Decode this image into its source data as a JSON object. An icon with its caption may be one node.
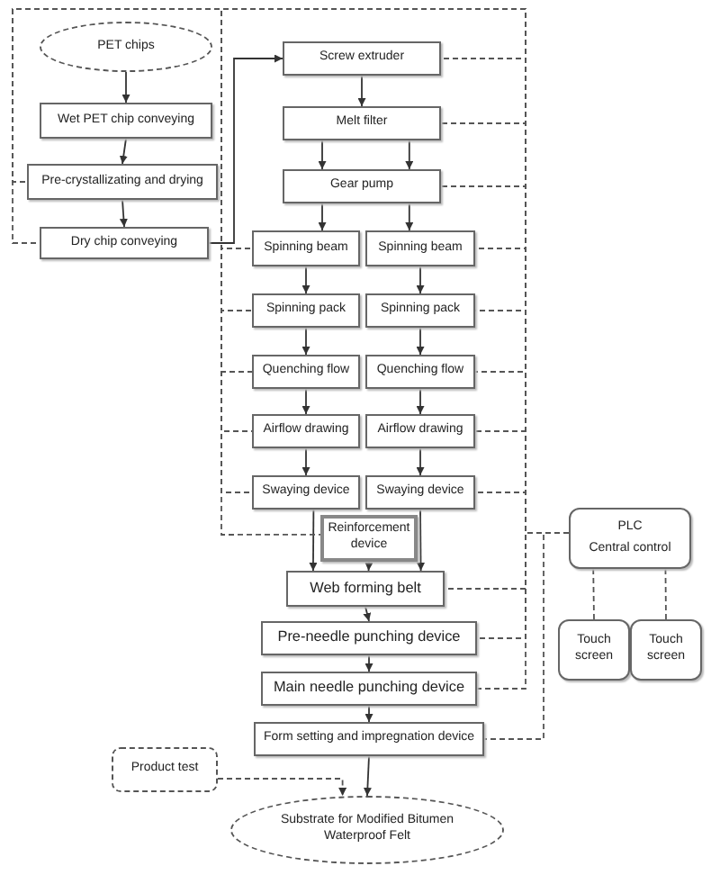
{
  "diagram": {
    "nodes": [
      {
        "text": [
          "PET chips"
        ]
      },
      {
        "text": [
          "Wet PET chip conveying"
        ]
      },
      {
        "text": [
          "Pre-crystallizating and drying"
        ]
      },
      {
        "text": [
          "Dry chip conveying"
        ]
      },
      {
        "text": [
          "Screw extruder"
        ]
      },
      {
        "text": [
          "Melt filter"
        ]
      },
      {
        "text": [
          "Gear pump"
        ]
      },
      {
        "text": [
          "Spinning beam"
        ]
      },
      {
        "text": [
          "Spinning beam"
        ]
      },
      {
        "text": [
          "Spinning pack"
        ]
      },
      {
        "text": [
          "Spinning pack"
        ]
      },
      {
        "text": [
          "Quenching flow"
        ]
      },
      {
        "text": [
          "Quenching flow"
        ]
      },
      {
        "text": [
          "Airflow drawing"
        ]
      },
      {
        "text": [
          "Airflow drawing"
        ]
      },
      {
        "text": [
          "Swaying device"
        ]
      },
      {
        "text": [
          "Swaying device"
        ]
      },
      {
        "text": [
          "Reinforcement device"
        ]
      },
      {
        "text": [
          "Web forming belt"
        ]
      },
      {
        "text": [
          "Pre-needle punching device"
        ]
      },
      {
        "text": [
          "Main needle punching device"
        ]
      },
      {
        "text": [
          "Form setting and impregnation device"
        ]
      },
      {
        "text": [
          "Product test"
        ]
      },
      {
        "text": [
          "Substrate for Modified Bitumen Waterproof Felt"
        ]
      },
      {
        "text": [
          "PLC",
          "Central control"
        ]
      },
      {
        "text": [
          "Touch screen"
        ]
      },
      {
        "text": [
          "Touch screen"
        ]
      }
    ],
    "edges": [
      {
        "from": 0,
        "to": 1,
        "arrow": "to"
      },
      {
        "from": 1,
        "to": 2,
        "arrow": "to"
      },
      {
        "from": 2,
        "to": 3,
        "arrow": "to"
      },
      {
        "from": 3,
        "to": 4,
        "arrow": "to"
      },
      {
        "from": 4,
        "to": 5,
        "arrow": "to"
      },
      {
        "from": 5,
        "to": 6,
        "arrow": "to"
      },
      {
        "from": 5,
        "to": 6,
        "arrow": "to"
      },
      {
        "from": 6,
        "to": 7,
        "arrow": "to"
      },
      {
        "from": 6,
        "to": 8,
        "arrow": "to"
      },
      {
        "from": 7,
        "to": 9,
        "arrow": "to"
      },
      {
        "from": 8,
        "to": 10,
        "arrow": "to"
      },
      {
        "from": 9,
        "to": 11,
        "arrow": "to"
      },
      {
        "from": 10,
        "to": 12,
        "arrow": "to"
      },
      {
        "from": 11,
        "to": 13,
        "arrow": "to"
      },
      {
        "from": 12,
        "to": 14,
        "arrow": "to"
      },
      {
        "from": 13,
        "to": 15,
        "arrow": "to"
      },
      {
        "from": 14,
        "to": 16,
        "arrow": "to"
      },
      {
        "from": 15,
        "to": 18,
        "arrow": "to"
      },
      {
        "from": 17,
        "to": 18,
        "arrow": "to"
      },
      {
        "from": 16,
        "to": 18,
        "arrow": "to"
      },
      {
        "from": 18,
        "to": 19,
        "arrow": "to"
      },
      {
        "from": 19,
        "to": 20,
        "arrow": "to"
      },
      {
        "from": 20,
        "to": 21,
        "arrow": "to"
      },
      {
        "from": 21,
        "to": 23,
        "arrow": "to"
      },
      {
        "from": 22,
        "to": 23,
        "arrow": "to",
        "style": "dashed"
      },
      {
        "from": 24,
        "to": 2,
        "arrow": "none",
        "style": "dashed"
      },
      {
        "from": 24,
        "to": 3,
        "arrow": "none",
        "style": "dashed"
      },
      {
        "from": 24,
        "to": 4,
        "arrow": "none",
        "style": "dashed"
      },
      {
        "from": 24,
        "to": 5,
        "arrow": "none",
        "style": "dashed"
      },
      {
        "from": 24,
        "to": 6,
        "arrow": "none",
        "style": "dashed"
      },
      {
        "from": 24,
        "to": 7,
        "arrow": "none",
        "style": "dashed"
      },
      {
        "from": 24,
        "to": 8,
        "arrow": "none",
        "style": "dashed"
      },
      {
        "from": 24,
        "to": 9,
        "arrow": "none",
        "style": "dashed"
      },
      {
        "from": 24,
        "to": 10,
        "arrow": "none",
        "style": "dashed"
      },
      {
        "from": 24,
        "to": 11,
        "arrow": "none",
        "style": "dashed"
      },
      {
        "from": 24,
        "to": 12,
        "arrow": "none",
        "style": "dashed"
      },
      {
        "from": 24,
        "to": 13,
        "arrow": "none",
        "style": "dashed"
      },
      {
        "from": 24,
        "to": 14,
        "arrow": "none",
        "style": "dashed"
      },
      {
        "from": 24,
        "to": 15,
        "arrow": "none",
        "style": "dashed"
      },
      {
        "from": 24,
        "to": 16,
        "arrow": "none",
        "style": "dashed"
      },
      {
        "from": 24,
        "to": 17,
        "arrow": "none",
        "style": "dashed"
      },
      {
        "from": 24,
        "to": 18,
        "arrow": "none",
        "style": "dashed"
      },
      {
        "from": 24,
        "to": 19,
        "arrow": "none",
        "style": "dashed"
      },
      {
        "from": 24,
        "to": 20,
        "arrow": "none",
        "style": "dashed"
      },
      {
        "from": 24,
        "to": 21,
        "arrow": "none",
        "style": "dashed"
      },
      {
        "from": 24,
        "to": 25,
        "arrow": "none",
        "style": "dashed"
      },
      {
        "from": 24,
        "to": 26,
        "arrow": "none",
        "style": "dashed"
      }
    ]
  }
}
